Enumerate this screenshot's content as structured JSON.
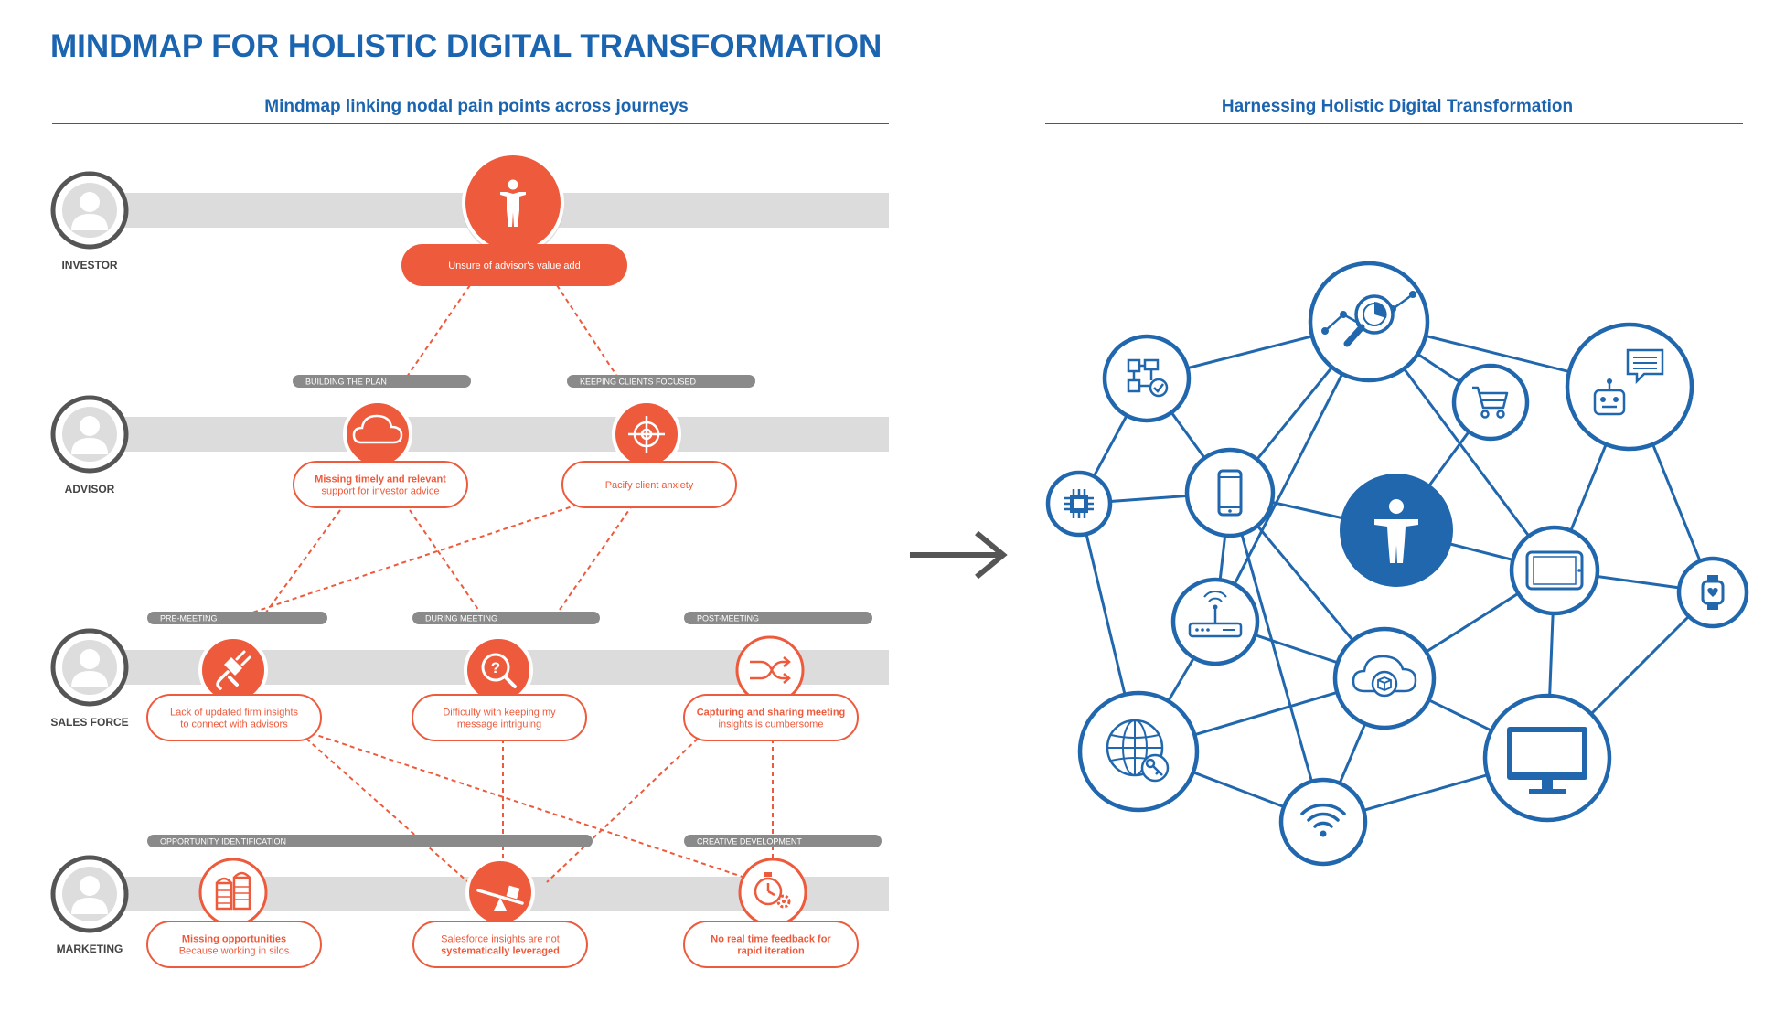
{
  "page": {
    "title": "MINDMAP FOR HOLISTIC DIGITAL TRANSFORMATION",
    "left_heading": "Mindmap linking nodal pain points across journeys",
    "right_heading": "Harnessing Holistic Digital Transformation"
  },
  "colors": {
    "title_blue": "#1b64b0",
    "orange": "#ee5a3c",
    "lane_gray": "#dcdcdc",
    "bar_gray": "#8a8a8a",
    "network_blue": "#2167ad",
    "arrow_gray": "#555555"
  },
  "mindmap": {
    "lanes": [
      {
        "name": "INVESTOR"
      },
      {
        "name": "ADVISOR"
      },
      {
        "name": "SALES FORCE"
      },
      {
        "name": "MARKETING"
      }
    ],
    "stage_bars": [
      {
        "label": "BUILDING THE PLAN"
      },
      {
        "label": "KEEPING CLIENTS FOCUSED"
      },
      {
        "label": "PRE-MEETING"
      },
      {
        "label": "DURING MEETING"
      },
      {
        "label": "POST-MEETING"
      },
      {
        "label": "OPPORTUNITY IDENTIFICATION"
      },
      {
        "label": "CREATIVE DEVELOPMENT"
      }
    ],
    "nodes": [
      {
        "icon": "person-icon",
        "lines": [
          "Unsure of advisor's value add"
        ],
        "bold": []
      },
      {
        "icon": "cloud-icon",
        "lines": [
          "Missing timely and relevant",
          "support for investor advice"
        ],
        "bold": [
          0
        ]
      },
      {
        "icon": "target-icon",
        "lines": [
          "Pacify client anxiety"
        ],
        "bold": []
      },
      {
        "icon": "plug-icon",
        "lines": [
          "Lack of updated firm insights",
          "to connect with advisors"
        ],
        "bold": []
      },
      {
        "icon": "question-search-icon",
        "lines": [
          "Difficulty with keeping my",
          "message intriguing"
        ],
        "bold": []
      },
      {
        "icon": "shuffle-icon",
        "lines": [
          "Capturing and sharing meeting",
          "insights is cumbersome"
        ],
        "bold": [
          0
        ]
      },
      {
        "icon": "silo-icon",
        "lines": [
          "Missing opportunities",
          "Because working in silos"
        ],
        "bold": [
          0
        ]
      },
      {
        "icon": "seesaw-icon",
        "lines": [
          "Salesforce insights are not",
          "systematically leveraged"
        ],
        "bold": [
          1
        ]
      },
      {
        "icon": "stopwatch-gear-icon",
        "lines": [
          "No real time feedback for",
          "rapid iteration"
        ],
        "bold": [
          0,
          1
        ]
      }
    ]
  },
  "network": {
    "center_icon": "person-icon",
    "nodes": [
      {
        "icon": "flowchart-icon"
      },
      {
        "icon": "analytics-magnifier-icon"
      },
      {
        "icon": "shopping-cart-icon"
      },
      {
        "icon": "chatbot-icon"
      },
      {
        "icon": "microchip-icon"
      },
      {
        "icon": "smartphone-icon"
      },
      {
        "icon": "tablet-icon"
      },
      {
        "icon": "smartwatch-icon"
      },
      {
        "icon": "router-icon"
      },
      {
        "icon": "cloud-box-icon"
      },
      {
        "icon": "globe-key-icon"
      },
      {
        "icon": "wifi-icon"
      },
      {
        "icon": "monitor-icon"
      }
    ]
  }
}
